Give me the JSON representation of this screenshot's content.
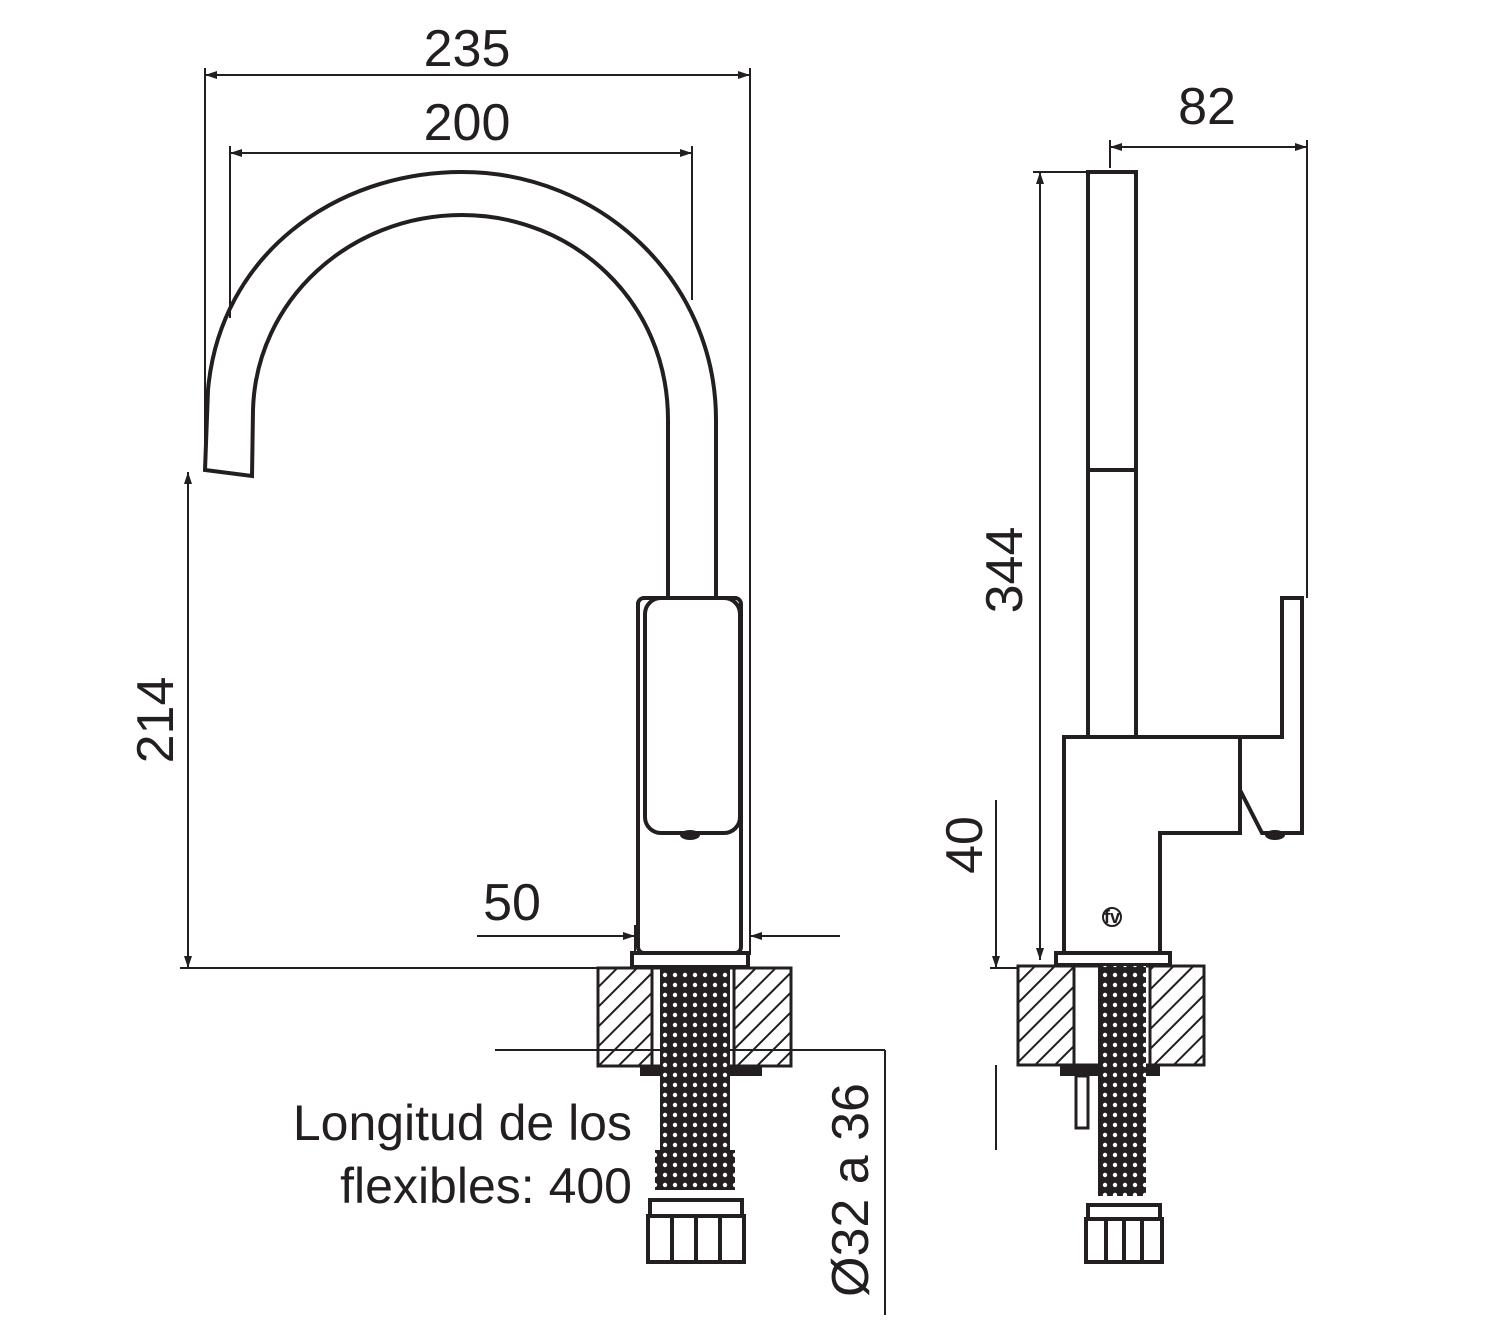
{
  "dimensions": {
    "overall_reach": "235",
    "spout_reach": "200",
    "spout_height": "214",
    "base_diameter": "50",
    "total_height": "344",
    "side_depth": "82",
    "base_height": "40",
    "hole_diameter": "Ø32 a 36"
  },
  "note": {
    "line1": "Longitud de los",
    "line2": "flexibles: 400"
  },
  "logo": {
    "text": "fv"
  },
  "colors": {
    "ink": "#231f20",
    "background": "#ffffff"
  }
}
